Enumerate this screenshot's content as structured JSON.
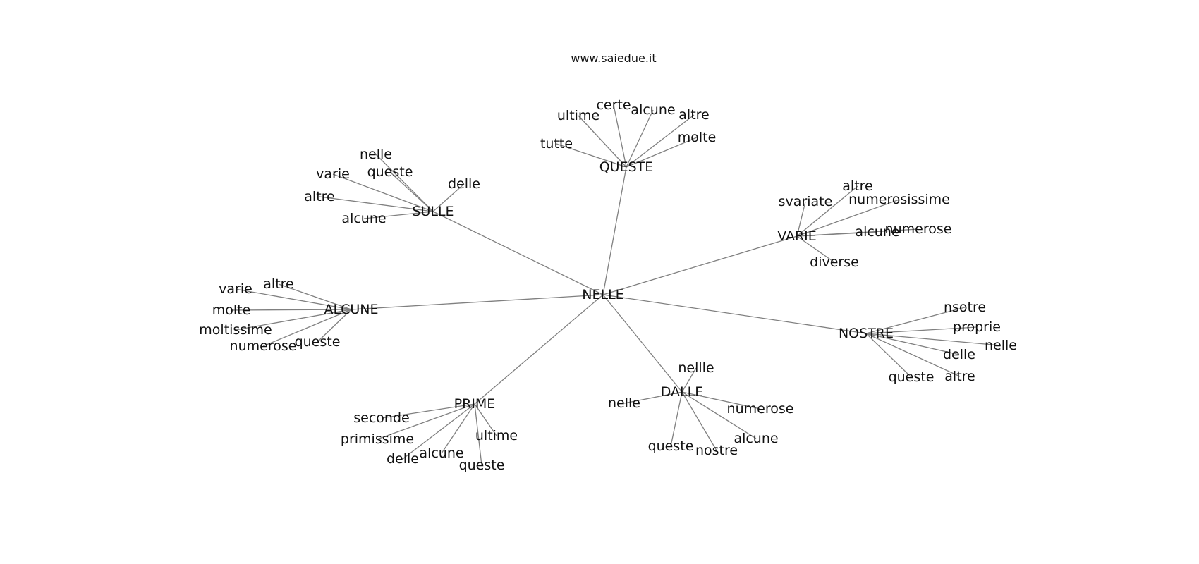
{
  "title": "www.saiedue.it",
  "colors": {
    "edge": "#808080",
    "text": "#111111",
    "background": "#ffffff"
  },
  "graph": {
    "root": "NELLE",
    "clusters": [
      {
        "hub": "QUESTE",
        "leaves": [
          "ultime",
          "certe",
          "alcune",
          "altre",
          "molte",
          "tutte"
        ]
      },
      {
        "hub": "SULLE",
        "leaves": [
          "nelle",
          "queste",
          "varie",
          "delle",
          "altre",
          "alcune"
        ]
      },
      {
        "hub": "VARIE",
        "leaves": [
          "altre",
          "svariate",
          "numerosissime",
          "alcune",
          "numerose",
          "diverse"
        ]
      },
      {
        "hub": "ALCUNE",
        "leaves": [
          "altre",
          "varie",
          "molte",
          "moltissime",
          "numerose",
          "queste"
        ]
      },
      {
        "hub": "NOSTRE",
        "leaves": [
          "nsotre",
          "proprie",
          "nelle",
          "delle",
          "queste",
          "altre"
        ]
      },
      {
        "hub": "DALLE",
        "leaves": [
          "nellle",
          "nelle",
          "numerose",
          "alcune",
          "queste",
          "nostre"
        ]
      },
      {
        "hub": "PRIME",
        "leaves": [
          "seconde",
          "primissime",
          "ultime",
          "alcune",
          "delle",
          "queste"
        ]
      }
    ]
  }
}
